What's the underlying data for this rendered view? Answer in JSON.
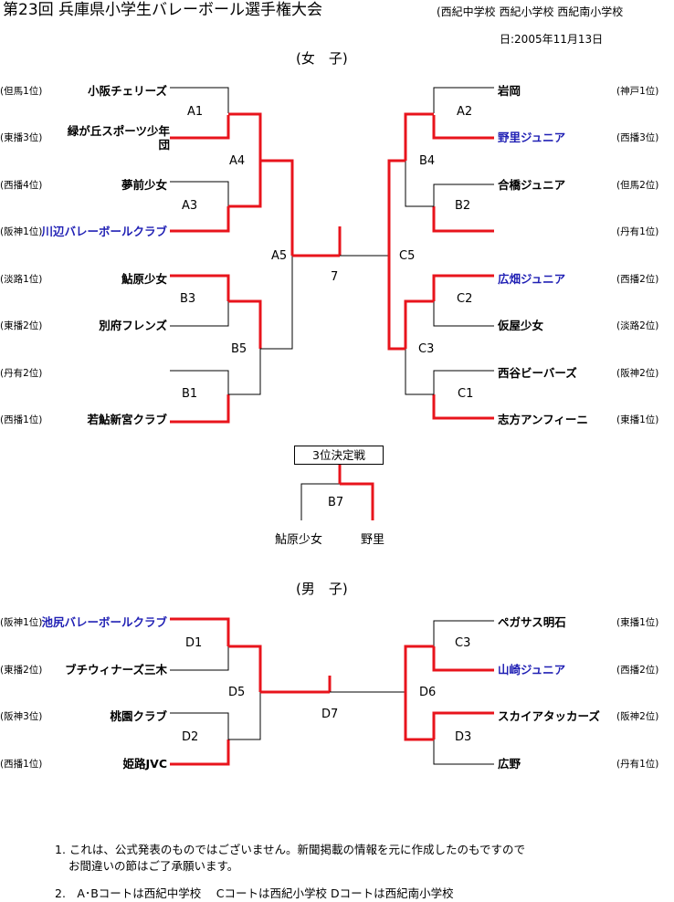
{
  "header": {
    "title": "第23回 兵庫県小学生バレーボール選手権大会",
    "venues": "(西紀中学校 西紀小学校 西紀南小学校",
    "date": "日:2005年11月13日"
  },
  "girls": {
    "section_label": "(女　子)",
    "left": [
      {
        "rank": "(但馬1位)",
        "team": "小阪チェリーズ",
        "blue": false
      },
      {
        "rank": "(東播3位)",
        "team": "緑が丘スポーツ少年団",
        "blue": false
      },
      {
        "rank": "(西播4位)",
        "team": "夢前少女",
        "blue": false
      },
      {
        "rank": "(阪神1位)",
        "team": "川辺バレーボールクラブ",
        "blue": true
      },
      {
        "rank": "(淡路1位)",
        "team": "鮎原少女",
        "blue": false
      },
      {
        "rank": "(東播2位)",
        "team": "別府フレンズ",
        "blue": false
      },
      {
        "rank": "(丹有2位)",
        "team": "",
        "blue": false
      },
      {
        "rank": "(西播1位)",
        "team": "若鮎新宮クラブ",
        "blue": false
      }
    ],
    "right": [
      {
        "rank": "(神戸1位)",
        "team": "岩岡",
        "blue": false
      },
      {
        "rank": "(西播3位)",
        "team": "野里ジュニア",
        "blue": true
      },
      {
        "rank": "(但馬2位)",
        "team": "合橋ジュニア",
        "blue": false
      },
      {
        "rank": "(丹有1位)",
        "team": "",
        "blue": false
      },
      {
        "rank": "(西播2位)",
        "team": "広畑ジュニア",
        "blue": true
      },
      {
        "rank": "(淡路2位)",
        "team": "仮屋少女",
        "blue": false
      },
      {
        "rank": "(阪神2位)",
        "team": "西谷ビーバーズ",
        "blue": false
      },
      {
        "rank": "(東播1位)",
        "team": "志方アンフィーニ",
        "blue": false
      }
    ],
    "match_codes": {
      "A1": "A1",
      "A3": "A3",
      "A4": "A4",
      "B3": "B3",
      "B1": "B1",
      "B5": "B5",
      "A5": "A5",
      "A2": "A2",
      "B2": "B2",
      "B4": "B4",
      "C2": "C2",
      "C1": "C1",
      "C3": "C3",
      "C5": "C5",
      "final": "7"
    },
    "third_place": {
      "label": "3位決定戦",
      "code": "B7",
      "left_team": "鮎原少女",
      "right_team": "野里"
    }
  },
  "boys": {
    "section_label": "(男　子)",
    "left": [
      {
        "rank": "(阪神1位)",
        "team": "池尻バレーボールクラブ",
        "blue": true
      },
      {
        "rank": "(東播2位)",
        "team": "ブチウィナーズ三木",
        "blue": false
      },
      {
        "rank": "(阪神3位)",
        "team": "桃園クラブ",
        "blue": false
      },
      {
        "rank": "(西播1位)",
        "team": "姫路JVC",
        "blue": false
      }
    ],
    "right": [
      {
        "rank": "(東播1位)",
        "team": "ペガサス明石",
        "blue": false
      },
      {
        "rank": "(西播2位)",
        "team": "山崎ジュニア",
        "blue": true
      },
      {
        "rank": "(阪神2位)",
        "team": "スカイアタッカーズ",
        "blue": false
      },
      {
        "rank": "(丹有1位)",
        "team": "広野",
        "blue": false
      }
    ],
    "match_codes": {
      "D1": "D1",
      "D2": "D2",
      "D5": "D5",
      "C3": "C3",
      "D3": "D3",
      "D6": "D6",
      "D7": "D7"
    }
  },
  "notes": {
    "line1a": "1. これは、公式発表のものではございません。新聞掲載の情報を元に作成したのもですので",
    "line1b": "お間違いの節はご了承願います。",
    "line2": "2.　A･Bコートは西紀中学校　 Cコートは西紀小学校 Dコートは西紀南小学校"
  },
  "colors": {
    "win_line": "#e8141c",
    "line": "#000000",
    "blue_team": "#1f1fb4"
  }
}
